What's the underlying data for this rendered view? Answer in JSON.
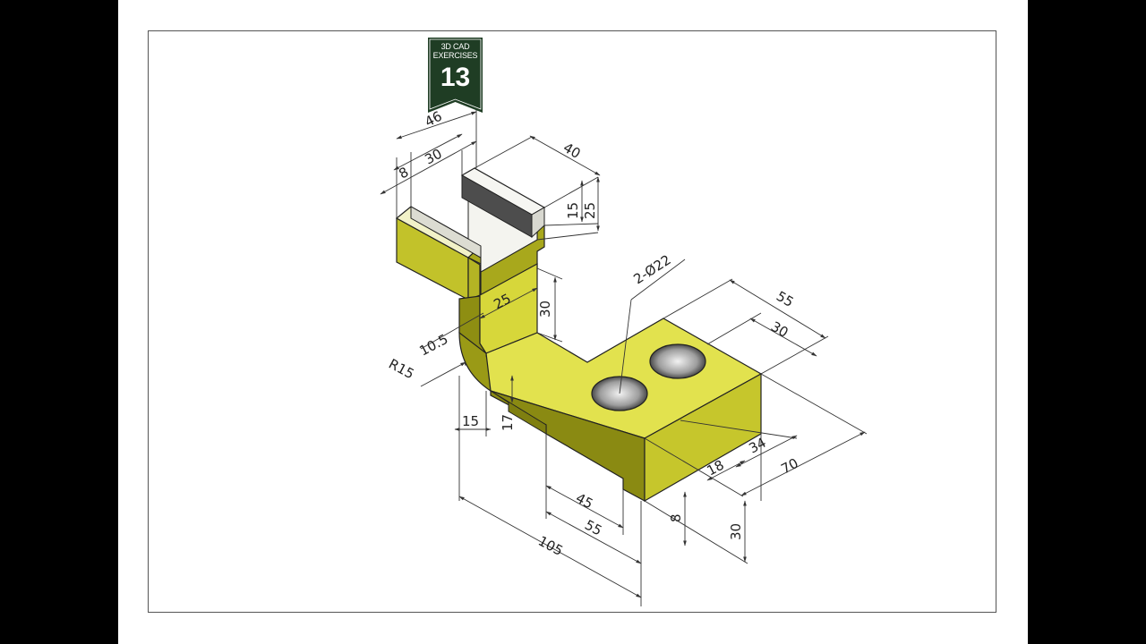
{
  "badge": {
    "line1": "3D CAD",
    "line2": "EXERCISES",
    "number": "13",
    "background": "#1f3d24"
  },
  "colors": {
    "body_top": "#e8e85a",
    "body_side_dark": "#8b8b12",
    "body_side_mid": "#b6b624",
    "body_front": "#c9c92e",
    "slot_inner": "#f4f4f0",
    "hole": "#9a9a9a",
    "dim_line": "#333333"
  },
  "dimensions": {
    "d46": "46",
    "d8": "8",
    "d30_top": "30",
    "d40": "40",
    "d15_top": "15",
    "d25_right": "25",
    "d25_neck": "25",
    "d30_neck": "30",
    "d10_5": "10.5",
    "r15": "R15",
    "holes": "2-Ø22",
    "d55_right": "55",
    "d30_right": "30",
    "d15_bottom": "15",
    "d17": "17",
    "d34": "34",
    "d18": "18",
    "d70": "70",
    "d45": "45",
    "d55_bottom": "55",
    "d8_bottom": "8",
    "d30_bottom": "30",
    "d105": "105"
  }
}
